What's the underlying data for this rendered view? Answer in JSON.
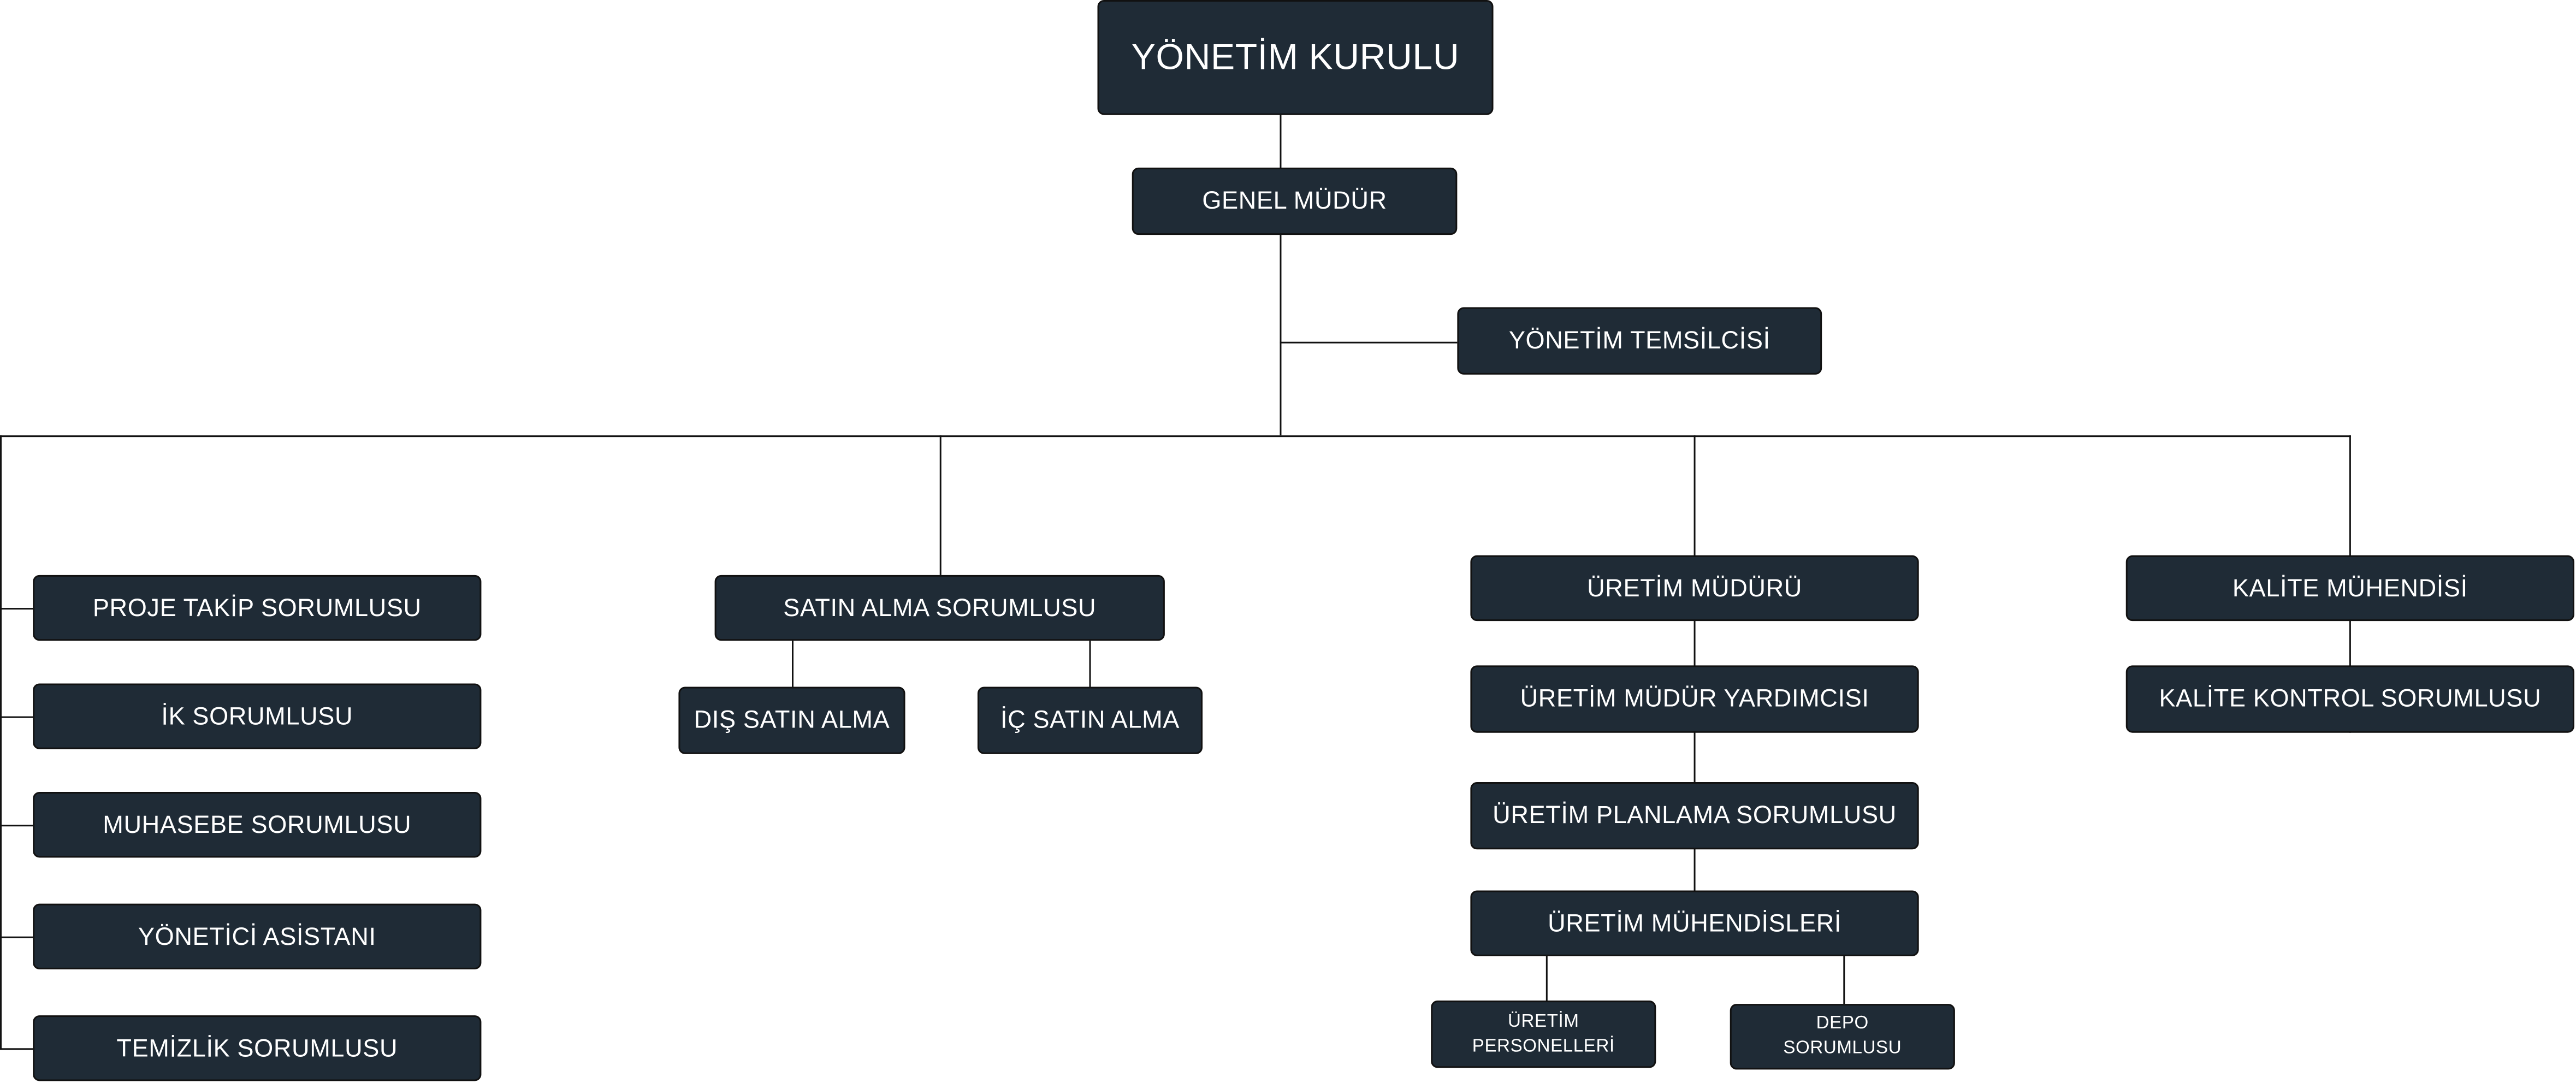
{
  "chart": {
    "board": "YÖNETİM KURULU",
    "general_manager": "GENEL MÜDÜR",
    "management_rep": "YÖNETİM TEMSİLCİSİ",
    "admin_column": [
      "PROJE TAKİP SORUMLUSU",
      "İK SORUMLUSU",
      "MUHASEBE SORUMLUSU",
      "YÖNETİCİ ASİSTANI",
      "TEMİZLİK SORUMLUSU"
    ],
    "purchasing": {
      "head": "SATIN ALMA SORUMLUSU",
      "external": "DIŞ SATIN ALMA",
      "internal": "İÇ SATIN ALMA"
    },
    "production": {
      "manager": "ÜRETİM MÜDÜRÜ",
      "assistant": "ÜRETİM MÜDÜR YARDIMCISI",
      "planning": "ÜRETİM PLANLAMA SORUMLUSU",
      "engineers": "ÜRETİM MÜHENDİSLERİ",
      "staff_line1": "ÜRETİM",
      "staff_line2": "PERSONELLERİ",
      "warehouse_line1": "DEPO",
      "warehouse_line2": "SORUMLUSU"
    },
    "quality": {
      "engineer": "KALİTE MÜHENDİSİ",
      "control": "KALİTE KONTROL SORUMLUSU"
    }
  },
  "colors": {
    "box": "#1f2b36",
    "line": "#111111",
    "text": "#ffffff"
  }
}
